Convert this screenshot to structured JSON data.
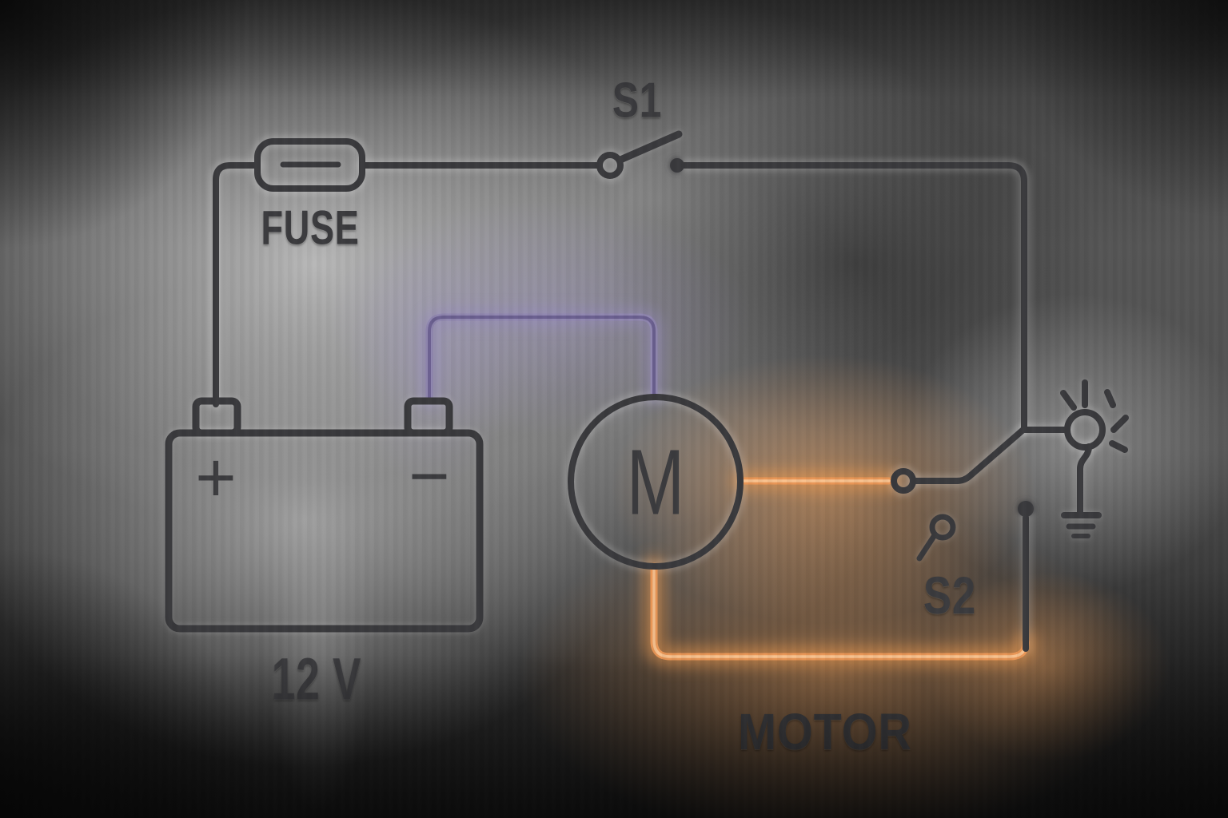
{
  "diagram": {
    "type": "automotive-circuit-schematic",
    "labels": {
      "s1": "S1",
      "fuse": "FUSE",
      "battery_voltage": "12 V",
      "battery_positive": "+",
      "battery_negative": "−",
      "motor_symbol": "M",
      "s2": "S2",
      "motor": "MOTOR"
    },
    "components": [
      {
        "id": "battery",
        "type": "battery",
        "label": "12 V"
      },
      {
        "id": "fuse",
        "type": "fuse",
        "label": "FUSE"
      },
      {
        "id": "s1",
        "type": "switch-open",
        "label": "S1"
      },
      {
        "id": "motor",
        "type": "motor",
        "label": "MOTOR",
        "symbol": "M"
      },
      {
        "id": "s2",
        "type": "switch",
        "label": "S2"
      },
      {
        "id": "lamp",
        "type": "indicator-lamp"
      },
      {
        "id": "ground",
        "type": "earth-ground"
      }
    ],
    "colors": {
      "wire_dark": "#3a3a3d",
      "wire_energized_orange": "#ef9c62",
      "wire_neutral_purple": "#8a7fb2",
      "label_text": "#3b3b3e"
    }
  }
}
